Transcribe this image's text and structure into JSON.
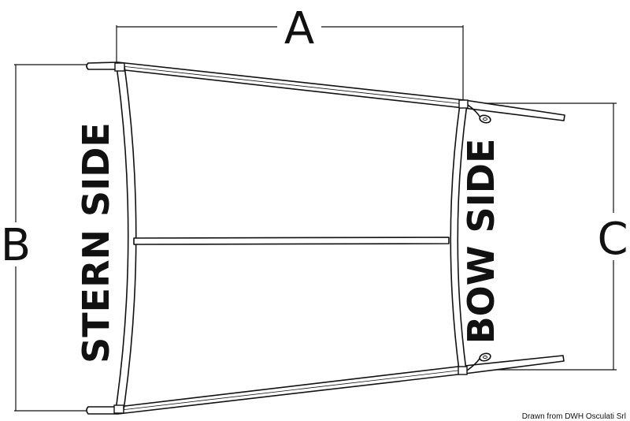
{
  "labels": {
    "dim_a": "A",
    "dim_b": "B",
    "dim_c": "C",
    "stern_side": "STERN SIDE",
    "bow_side": "BOW SIDE"
  },
  "credit": "Drawn from DWH Osculati Srl",
  "colors": {
    "line": "#111111",
    "fill": "#ffffff"
  }
}
